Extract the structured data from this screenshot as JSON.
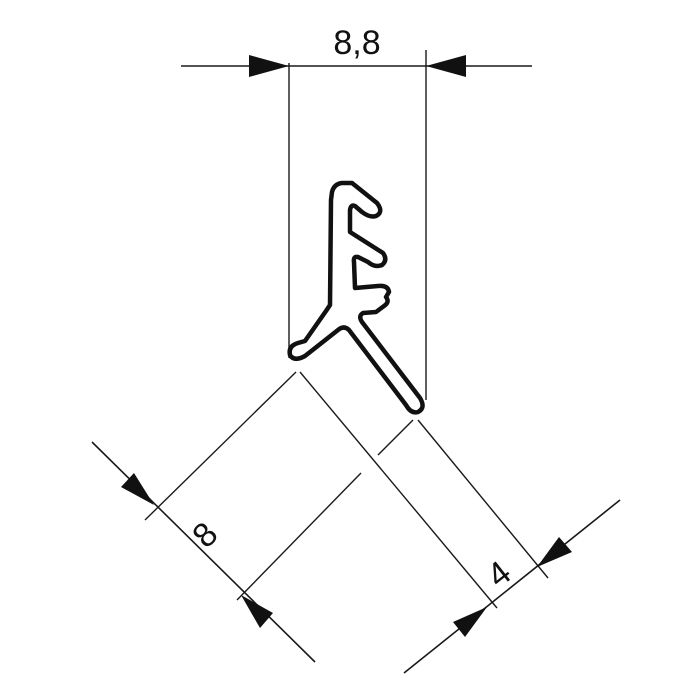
{
  "drawing": {
    "type": "profile-cross-section",
    "dimensions": {
      "width": {
        "label": "8,8",
        "orientation": "horizontal"
      },
      "height": {
        "label": "8",
        "orientation": "diagonal"
      },
      "thickness": {
        "label": "4",
        "orientation": "diagonal"
      }
    },
    "colors": {
      "line": "#111111",
      "background": "#ffffff"
    }
  }
}
